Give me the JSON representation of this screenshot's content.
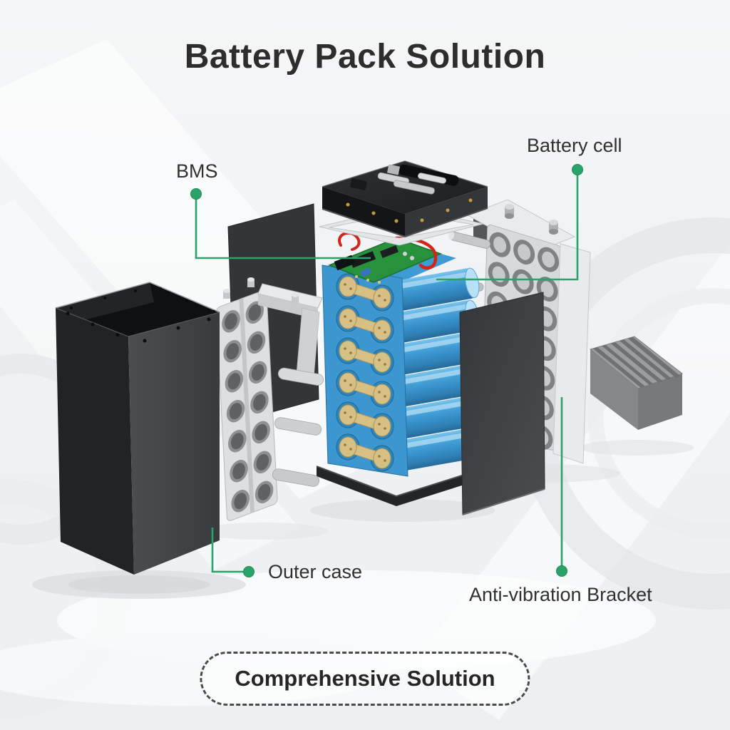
{
  "title": "Battery Pack Solution",
  "callouts": [
    {
      "id": "bms",
      "label": "BMS"
    },
    {
      "id": "battery_cell",
      "label": "Battery cell"
    },
    {
      "id": "outer_case",
      "label": "Outer case"
    },
    {
      "id": "anti_vibration_bracket",
      "label": "Anti-vibration Bracket"
    }
  ],
  "badge": {
    "label": "Comprehensive Solution"
  },
  "components": [
    "top-cover-with-terminals",
    "sealing-frame",
    "bms-board",
    "battery-cell-pack",
    "insulation-panel-left",
    "insulation-panel-right",
    "cell-holder-bracket-left",
    "cell-holder-bracket-right",
    "cell-holder-tray",
    "outer-case"
  ],
  "colors": {
    "accent_green": "#2aa36a",
    "cell_blue": "#3c97d0",
    "nickel_gold": "#d6c083",
    "pcb_green": "#27913c",
    "wire_red": "#d2261b",
    "case_dark": "#2c2e31",
    "bracket_light": "#dde0e2",
    "panel_gray": "#3f4245",
    "tray_gray": "#8f9295",
    "title_text": "#2d2d2d",
    "text_dark": "#303030",
    "badge_border": "#4b4b4b",
    "background": "#f1f3f5"
  }
}
